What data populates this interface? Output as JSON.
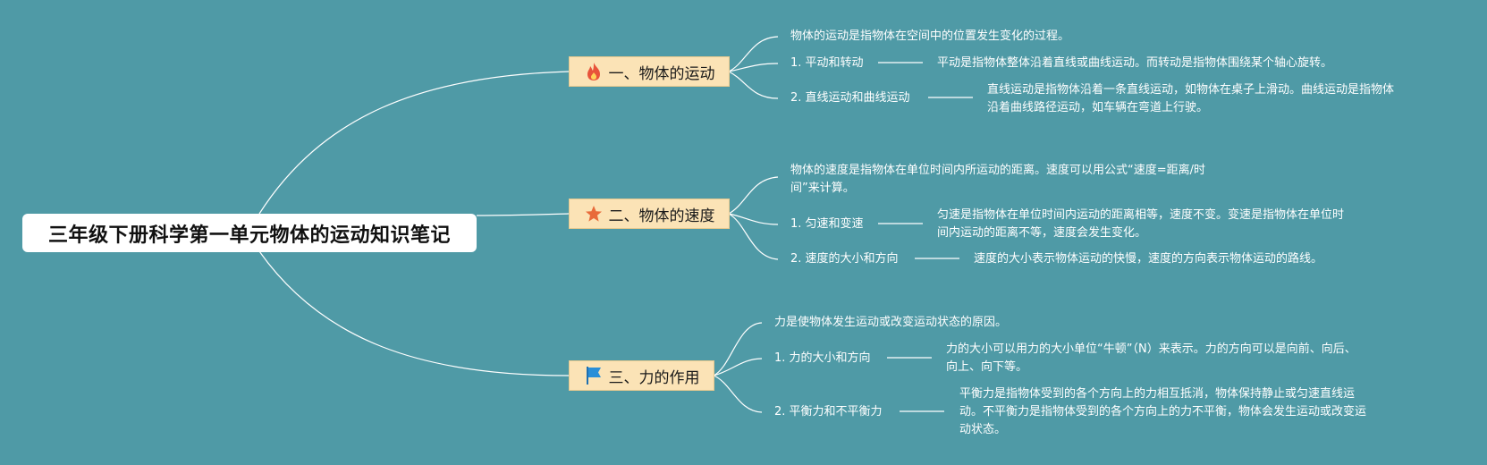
{
  "title": "三年级下册科学第一单元物体的运动知识笔记",
  "branches": [
    {
      "label": "一、物体的运动",
      "icon": "fire-icon",
      "summary": "物体的运动是指物体在空间中的位置发生变化的过程。",
      "items": [
        {
          "label": "1. 平动和转动",
          "desc": "平动是指物体整体沿着直线或曲线运动。而转动是指物体围绕某个轴心旋转。"
        },
        {
          "label": "2. 直线运动和曲线运动",
          "desc1": "直线运动是指物体沿着一条直线运动，如物体在桌子上滑动。曲线运动是指物体",
          "desc2": "沿着曲线路径运动，如车辆在弯道上行驶。"
        }
      ]
    },
    {
      "label": "二、物体的速度",
      "icon": "star-icon",
      "summary1": "物体的速度是指物体在单位时间内所运动的距离。速度可以用公式“速度=距离/时",
      "summary2": "间”来计算。",
      "items": [
        {
          "label": "1. 匀速和变速",
          "desc1": "匀速是指物体在单位时间内运动的距离相等，速度不变。变速是指物体在单位时",
          "desc2": "间内运动的距离不等，速度会发生变化。"
        },
        {
          "label": "2. 速度的大小和方向",
          "desc": "速度的大小表示物体运动的快慢，速度的方向表示物体运动的路线。"
        }
      ]
    },
    {
      "label": "三、力的作用",
      "icon": "flag-icon",
      "summary": "力是使物体发生运动或改变运动状态的原因。",
      "items": [
        {
          "label": "1. 力的大小和方向",
          "desc1": "力的大小可以用力的大小单位“牛顿”（N）来表示。力的方向可以是向前、向后、",
          "desc2": "向上、向下等。"
        },
        {
          "label": "2. 平衡力和不平衡力",
          "desc1": "平衡力是指物体受到的各个方向上的力相互抵消，物体保持静止或匀速直线运",
          "desc2": "动。不平衡力是指物体受到的各个方向上的力不平衡，物体会发生运动或改变运",
          "desc3": "动状态。"
        }
      ]
    }
  ],
  "colors": {
    "background": "#4f9aa6",
    "branch_fill": "#fbe3b6",
    "line": "#ffffff",
    "fire": "#e8533a",
    "star": "#e86a3a",
    "flag": "#2a8fd8"
  }
}
